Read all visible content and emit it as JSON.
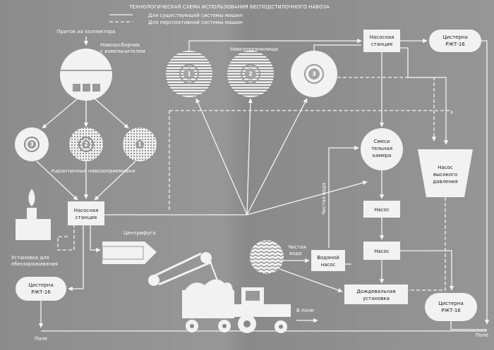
{
  "title": "ТЕХНОЛОГИЧЕСКАЯ СХЕМА ИСПОЛЬЗОВАНИЯ БЕСПОДСТИЛОЧНОГО НАВОЗА",
  "legend": {
    "existing": "Для существующей системы машин",
    "perspective": "Для перспективной системы машин"
  },
  "labels": {
    "inflow": "Приток из коллектора",
    "collector_1": "Навозосборник",
    "collector_2": "с измельчителем",
    "storages": "Навозохранилища",
    "quarantine": "Карантинные навозоприемники",
    "pump_station_left_1": "Насосная",
    "pump_station_left_2": "станция",
    "centrifuge": "Центрифуга",
    "disinfection_1": "Установка для",
    "disinfection_2": "обеззараживания",
    "tank_left_1": "Цистерна",
    "tank_left_2": "РЖТ-16",
    "field_left": "Поле",
    "pump_station_top_1": "Насосная",
    "pump_station_top_2": "станция",
    "tank_top_1": "Цистерна",
    "tank_top_2": "РЖТ-16",
    "mixer_1": "Смеси",
    "mixer_2": "тельная",
    "mixer_3": "камера",
    "hp_pump_1": "Насос",
    "hp_pump_2": "высокого",
    "hp_pump_3": "давления",
    "pump_1": "Насос",
    "pump_2": "Насос",
    "clean_water_vertical": "Чистая вода",
    "clean_water_1": "Чистая",
    "clean_water_2": "вода",
    "water_pump_1": "Водяной",
    "water_pump_2": "насос",
    "sprinkler_1": "Дождевальная",
    "sprinkler_2": "установка",
    "tank_right_1": "Цистерна",
    "tank_right_2": "РЖТ-16",
    "to_field": "В поле",
    "field_right": "Поле"
  },
  "storage_numbers": [
    "1",
    "2",
    "3"
  ],
  "quarantine_numbers": [
    "3",
    "2",
    "1"
  ]
}
